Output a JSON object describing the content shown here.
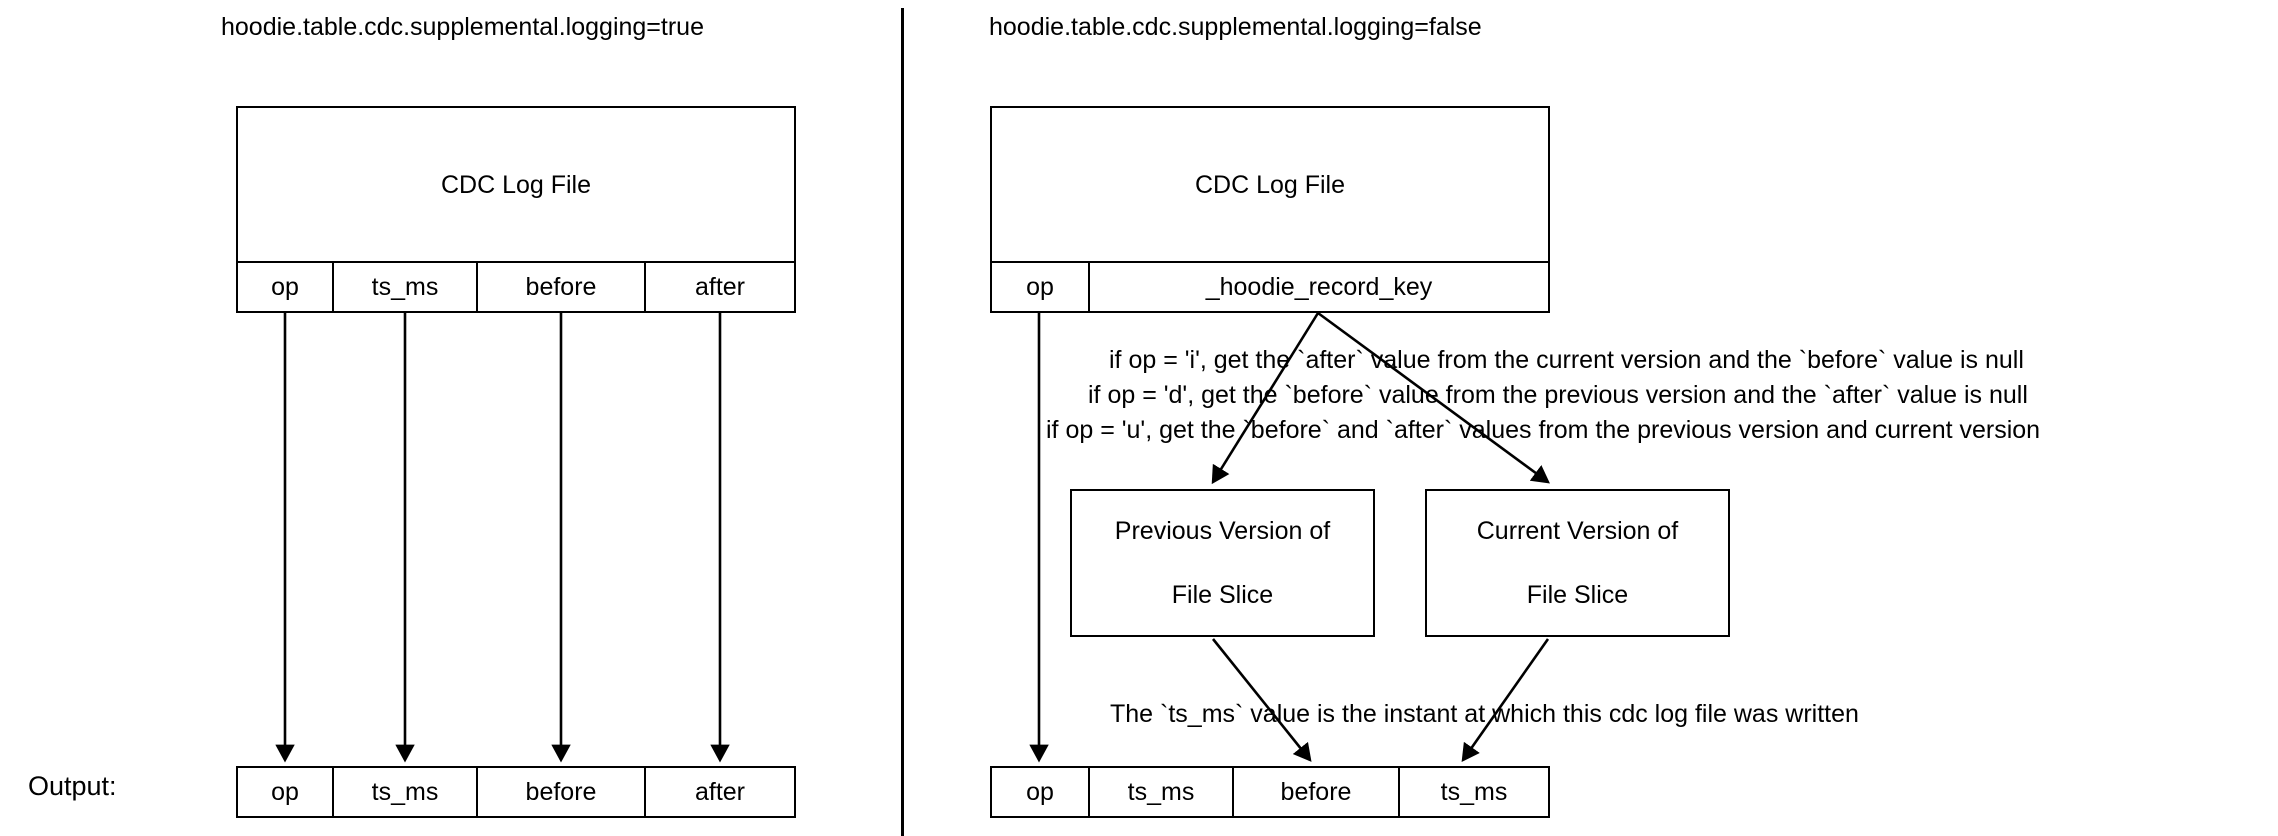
{
  "diagram": {
    "title_left": "hoodie.table.cdc.supplemental.logging=true",
    "title_right": "hoodie.table.cdc.supplemental.logging=false",
    "colors": {
      "stroke": "#000000",
      "background": "#ffffff",
      "text": "#000000"
    }
  },
  "left_panel": {
    "cdc_log_file_label": "CDC Log File",
    "schema_columns": [
      "op",
      "ts_ms",
      "before",
      "after"
    ],
    "output_label": "Output:",
    "output_columns": [
      "op",
      "ts_ms",
      "before",
      "after"
    ]
  },
  "right_panel": {
    "cdc_log_file_label": "CDC Log File",
    "schema_columns": [
      "op",
      "_hoodie_record_key"
    ],
    "rules": [
      "if op = 'i', get the `after` value from the current version and the `before` value is null",
      "if op = 'd', get the `before` value from the previous version  and the `after` value is null",
      "if op = 'u', get the `before` and `after` values from the previous version and current version"
    ],
    "version_boxes": [
      {
        "line1": "Previous Version of",
        "line2": "File Slice"
      },
      {
        "line1": "Current Version of",
        "line2": "File Slice"
      }
    ],
    "ts_note": "The `ts_ms` value is the instant at which this cdc log file was written",
    "output_columns": [
      "op",
      "ts_ms",
      "before",
      "ts_ms"
    ]
  }
}
